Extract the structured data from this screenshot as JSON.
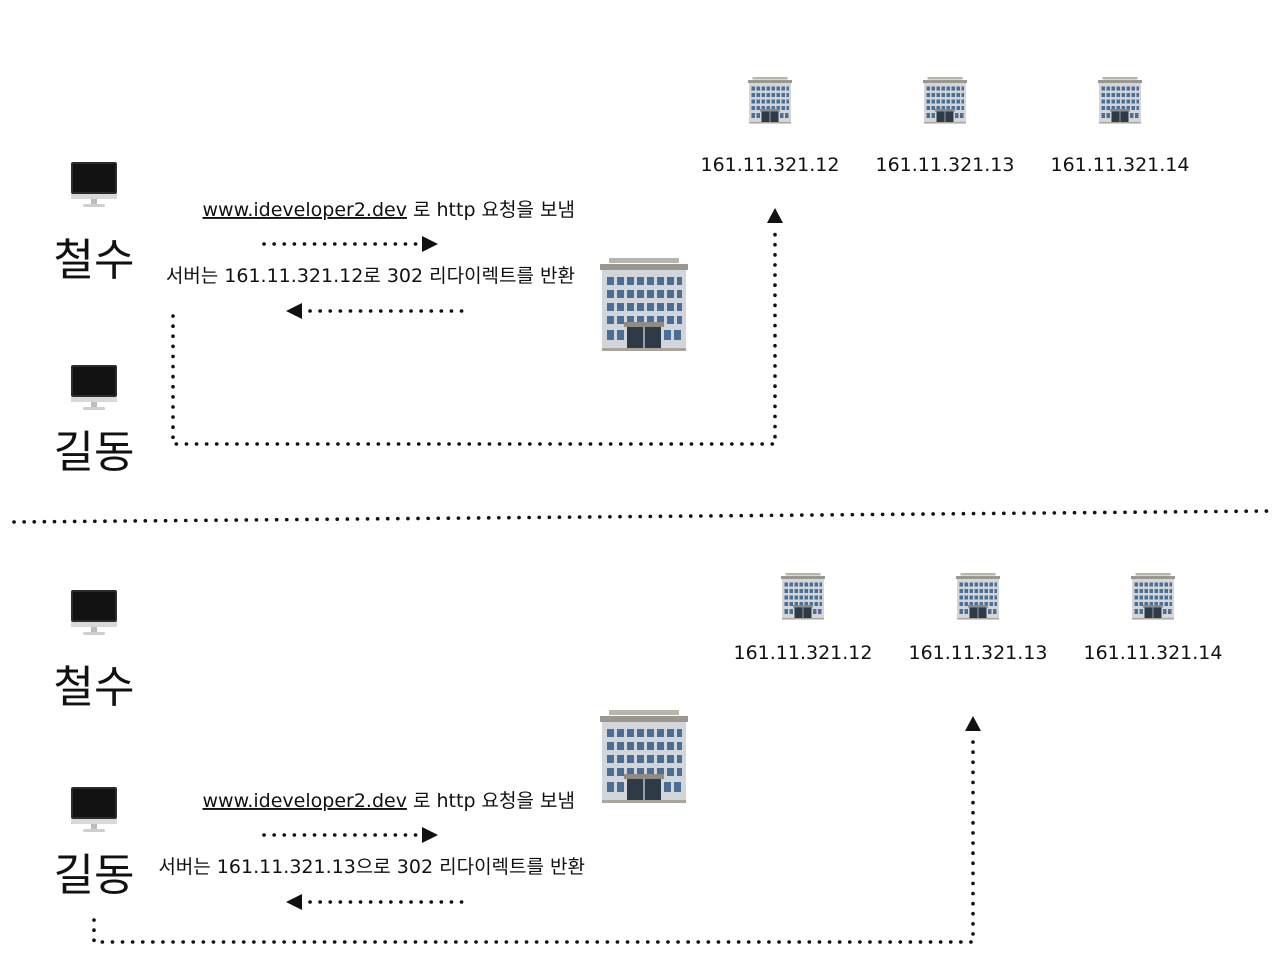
{
  "colors": {
    "ink": "#111111",
    "screen": "#151515",
    "building": "#c9ccd0",
    "window": "#4a6e95"
  },
  "icons": {
    "computer": "desktop-computer-icon",
    "building": "office-building-icon"
  },
  "top": {
    "user_a": "철수",
    "user_b": "길동",
    "request_link": "www.ideveloper2.dev",
    "request_rest": " 로 http 요청을 보냄",
    "response": "서버는 161.11.321.12로 302 리다이렉트를 반환",
    "servers": [
      "161.11.321.12",
      "161.11.321.13",
      "161.11.321.14"
    ]
  },
  "bottom": {
    "user_a": "철수",
    "user_b": "길동",
    "request_link": "www.ideveloper2.dev",
    "request_rest": " 로 http 요청을 보냄",
    "response": "서버는 161.11.321.13으로 302 리다이렉트를 반환",
    "servers": [
      "161.11.321.12",
      "161.11.321.13",
      "161.11.321.14"
    ]
  }
}
